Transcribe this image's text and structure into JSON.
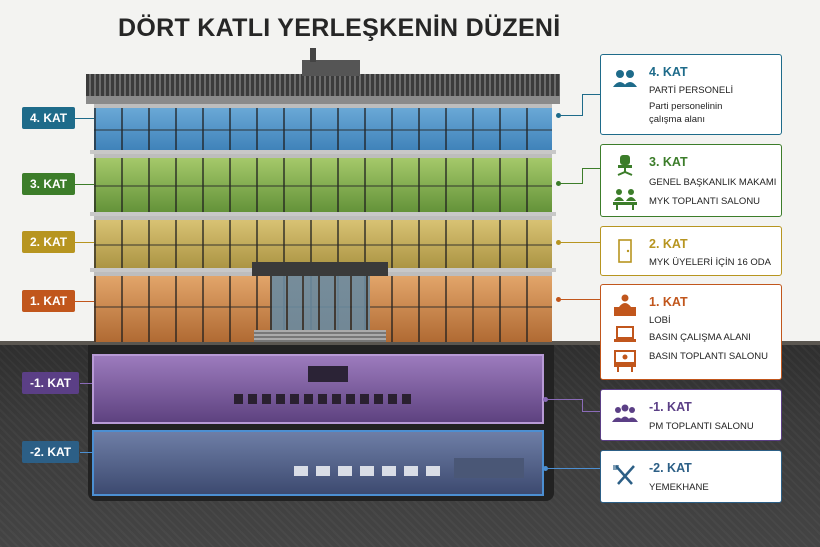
{
  "title": "DÖRT KATLI YERLEŞKENİN DÜZENİ",
  "colors": {
    "floor4": "#1e6b8a",
    "floor3": "#3c7d2a",
    "floor2": "#b79520",
    "floor1": "#c1561c",
    "basement1": "#5b3f86",
    "basement2": "#2c5f86"
  },
  "floor_labels": [
    "4. KAT",
    "3. KAT",
    "2. KAT",
    "1. KAT",
    "-1. KAT",
    "-2. KAT"
  ],
  "cards": [
    {
      "heading": "4. KAT",
      "lines": [
        "PARTİ PERSONELİ",
        "Parti personelinin",
        "çalışma alanı"
      ],
      "icons": [
        "people-icon"
      ]
    },
    {
      "heading": "3. KAT",
      "lines": [
        "GENEL BAŞKANLIK MAKAMI",
        "MYK TOPLANTI SALONU"
      ],
      "icons": [
        "office-chair-icon",
        "meeting-table-icon"
      ]
    },
    {
      "heading": "2. KAT",
      "lines": [
        "MYK ÜYELERİ İÇİN 16 ODA"
      ],
      "icons": [
        "door-icon"
      ]
    },
    {
      "heading": "1. KAT",
      "lines": [
        "LOBİ",
        "BASIN ÇALIŞMA ALANI",
        "BASIN TOPLANTI SALONU"
      ],
      "icons": [
        "reception-desk-icon",
        "laptop-icon",
        "press-conference-icon"
      ]
    },
    {
      "heading": "-1. KAT",
      "lines": [
        "PM TOPLANTI SALONU"
      ],
      "icons": [
        "people-icon"
      ]
    },
    {
      "heading": "-2. KAT",
      "lines": [
        "YEMEKHANE"
      ],
      "icons": [
        "fork-knife-icon"
      ]
    }
  ]
}
